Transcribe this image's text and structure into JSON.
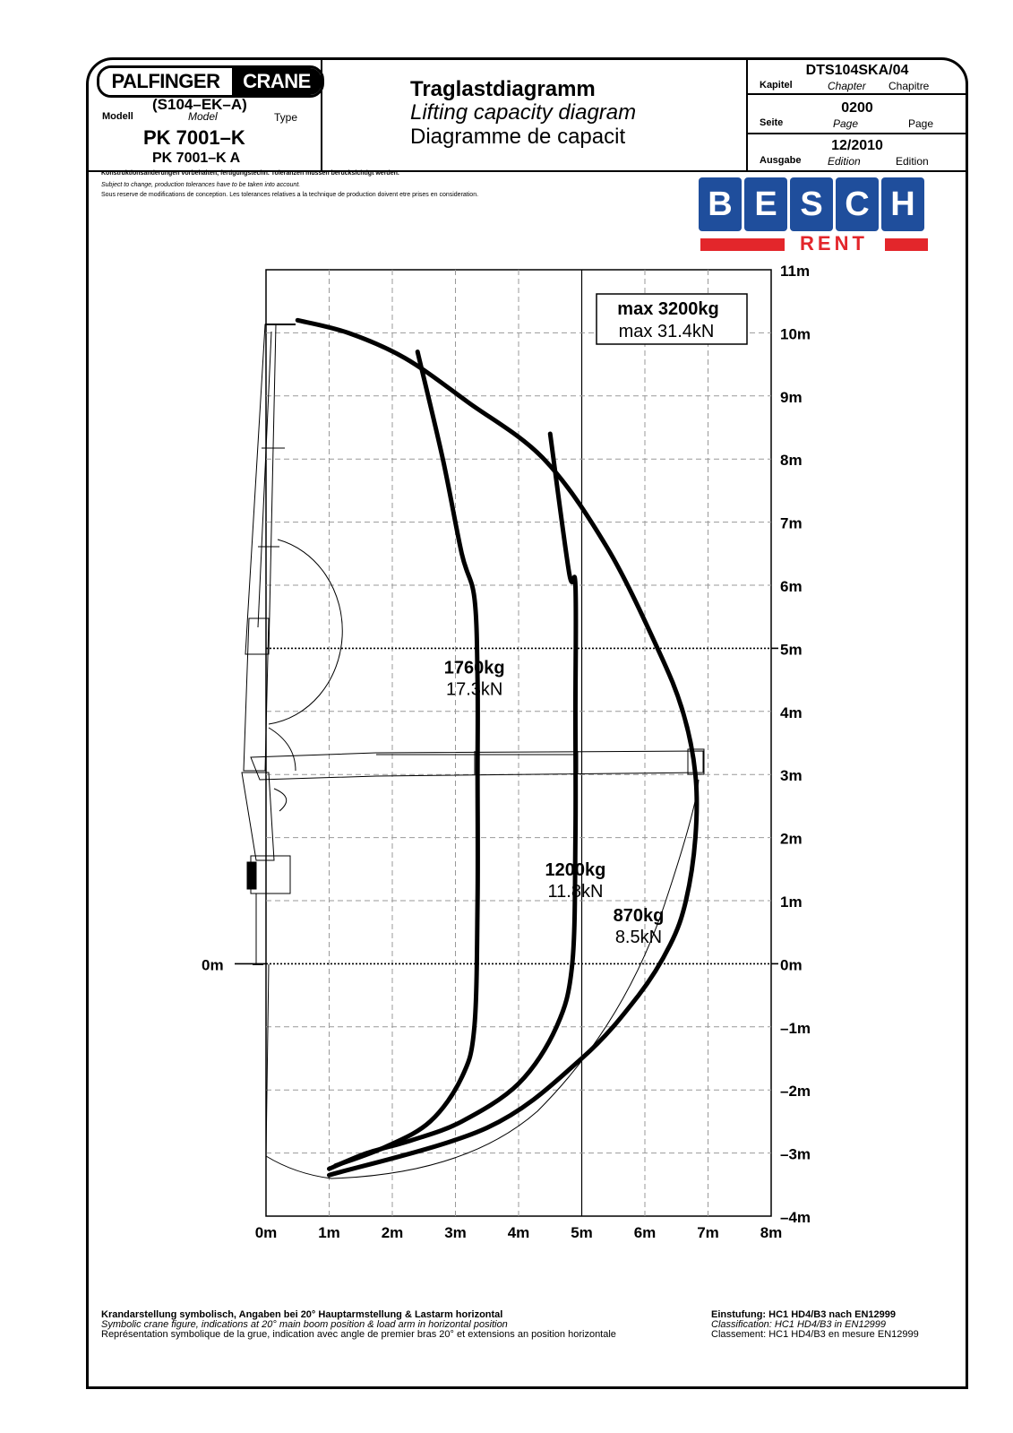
{
  "header": {
    "logo_left": "PALFINGER",
    "logo_right": "CRANE",
    "series": "(S104–EK–A)",
    "modell_de": "Modell",
    "modell_en": "Model",
    "modell_fr": "Type",
    "model_name": "PK 7001–K",
    "model_variant": "PK 7001–K A",
    "title_de": "Traglastdiagramm",
    "title_en": "Lifting capacity diagram",
    "title_fr": "Diagramme de capacit",
    "doc_code": "DTS104SKA/04",
    "kapitel_de": "Kapitel",
    "kapitel_en": "Chapter",
    "kapitel_fr": "Chapitre",
    "page_no": "0200",
    "seite_de": "Seite",
    "seite_en": "Page",
    "seite_fr": "Page",
    "edition": "12/2010",
    "ausgabe_de": "Ausgabe",
    "ausgabe_en": "Edition",
    "ausgabe_fr": "Edition"
  },
  "disclaimer": {
    "de": "Konstruktionsänderungen vorbehalten, fertigungstechn. Toleranzen müssen berücksichtigt werden.",
    "en": "Subject to change, production tolerances have to be taken into account.",
    "fr": "Sous reserve de modifications de conception. Les tolerances relatives a la technique de production doivent etre prises en consideration."
  },
  "brand": {
    "letters": [
      "B",
      "E",
      "S",
      "C",
      "H"
    ],
    "sub": "RENT",
    "blue": "#1f4e9c",
    "red": "#e3262b"
  },
  "chart_data": {
    "type": "line",
    "xlim": [
      0,
      8
    ],
    "ylim": [
      -4,
      11
    ],
    "x_ticks": [
      "0m",
      "1m",
      "2m",
      "3m",
      "4m",
      "5m",
      "6m",
      "7m",
      "8m"
    ],
    "y_ticks": [
      "11m",
      "10m",
      "9m",
      "8m",
      "7m",
      "6m",
      "5m",
      "4m",
      "3m",
      "2m",
      "1m",
      "0m",
      "–1m",
      "–2m",
      "–3m",
      "–4m"
    ],
    "y_left_label": "0m",
    "grid": true,
    "max_box": {
      "line1": "max 3200kg",
      "line2": "max 31.4kN"
    },
    "series": [
      {
        "name": "1760kg",
        "sub": "17.3kN",
        "x": [
          2.4,
          2.8,
          3.1,
          3.3,
          3.35,
          3.35,
          3.35,
          3.3,
          3.1,
          2.6,
          1.9,
          1.1
        ],
        "y": [
          9.7,
          8.0,
          6.5,
          5.8,
          4.5,
          3.0,
          1.0,
          -1.0,
          -1.8,
          -2.5,
          -2.9,
          -3.2
        ]
      },
      {
        "name": "1200kg",
        "sub": "11.8kN",
        "x": [
          4.5,
          4.8,
          4.9,
          4.9,
          4.9,
          4.85,
          4.6,
          4.0,
          3.1,
          2.3,
          1.6,
          1.0
        ],
        "y": [
          8.4,
          6.2,
          6.0,
          4.0,
          2.0,
          0.0,
          -1.0,
          -1.9,
          -2.5,
          -2.8,
          -3.0,
          -3.25
        ]
      },
      {
        "name": "870kg",
        "sub": "8.5kN",
        "x": [
          0.5,
          1.3,
          2.2,
          3.2,
          4.4,
          5.4,
          6.2,
          6.6,
          6.8,
          6.8,
          6.65,
          6.4,
          5.9,
          5.0,
          3.5,
          1.0
        ],
        "y": [
          10.2,
          10.0,
          9.6,
          8.9,
          8.0,
          6.6,
          5.0,
          4.0,
          3.0,
          2.0,
          1.0,
          0.3,
          -0.5,
          -1.5,
          -2.6,
          -3.35
        ]
      }
    ]
  },
  "footer": {
    "left_de": "Krandarstellung symbolisch, Angaben bei 20° Hauptarmstellung & Lastarm horizontal",
    "left_en": "Symbolic crane figure, indications at 20° main boom position & load arm in horizontal position",
    "left_fr": "Représentation symbolique de la grue, indication avec angle de premier bras 20° et extensions an position horizontale",
    "right_de": "Einstufung: HC1 HD4/B3 nach EN12999",
    "right_en": "Classification: HC1 HD4/B3 in EN12999",
    "right_fr": "Classement: HC1 HD4/B3 en mesure EN12999"
  }
}
